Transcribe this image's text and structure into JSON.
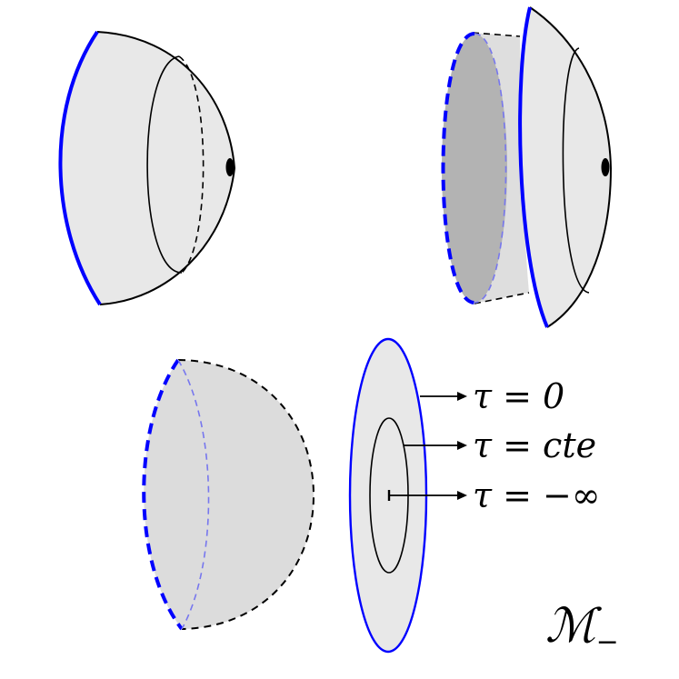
{
  "labels": {
    "tau_zero": "τ = 0",
    "tau_cte_prefix": "τ = ",
    "tau_cte_word": "cte",
    "tau_minus_inf": "τ = −∞",
    "manifold_symbol": "ℳ",
    "manifold_subscript": "−"
  },
  "colors": {
    "boundary": "#0000ff",
    "boundary_dashed_inner": "#7777ee",
    "surface_light": "#e8e8e8",
    "surface_mid": "#dcdcdc",
    "surface_dark": "#b3b3b3",
    "ink": "#000000"
  }
}
